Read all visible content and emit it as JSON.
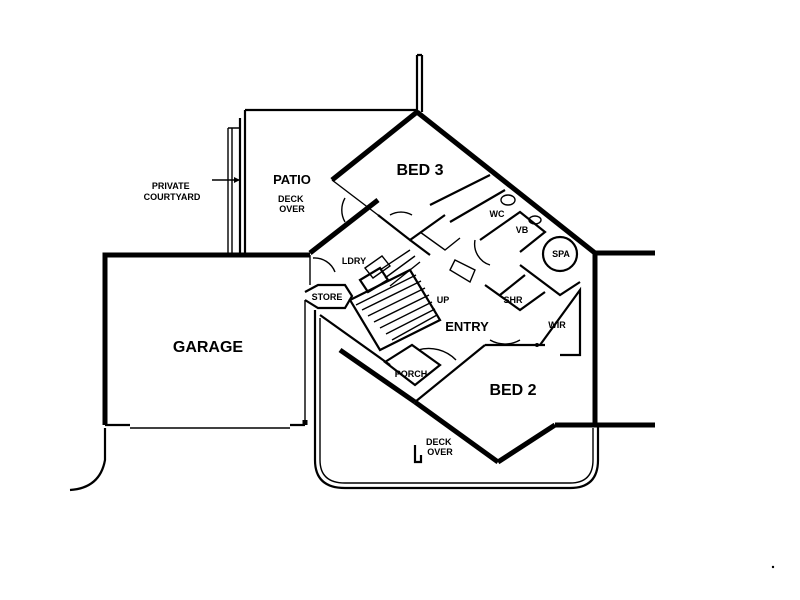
{
  "plan": {
    "rooms": {
      "bed3": "BED 3",
      "patio": "PATIO",
      "patio_deck": "DECK\nOVER",
      "private_courtyard": "PRIVATE\nCOURTYARD",
      "wc": "WC",
      "vb": "VB",
      "spa": "SPA",
      "ldry": "LDRY",
      "store": "STORE",
      "up": "UP",
      "shr": "SHR",
      "entry": "ENTRY",
      "wir": "WIR",
      "garage": "GARAGE",
      "porch": "PORCH",
      "bed2": "BED 2",
      "deck_over": "DECK\nOVER"
    }
  }
}
